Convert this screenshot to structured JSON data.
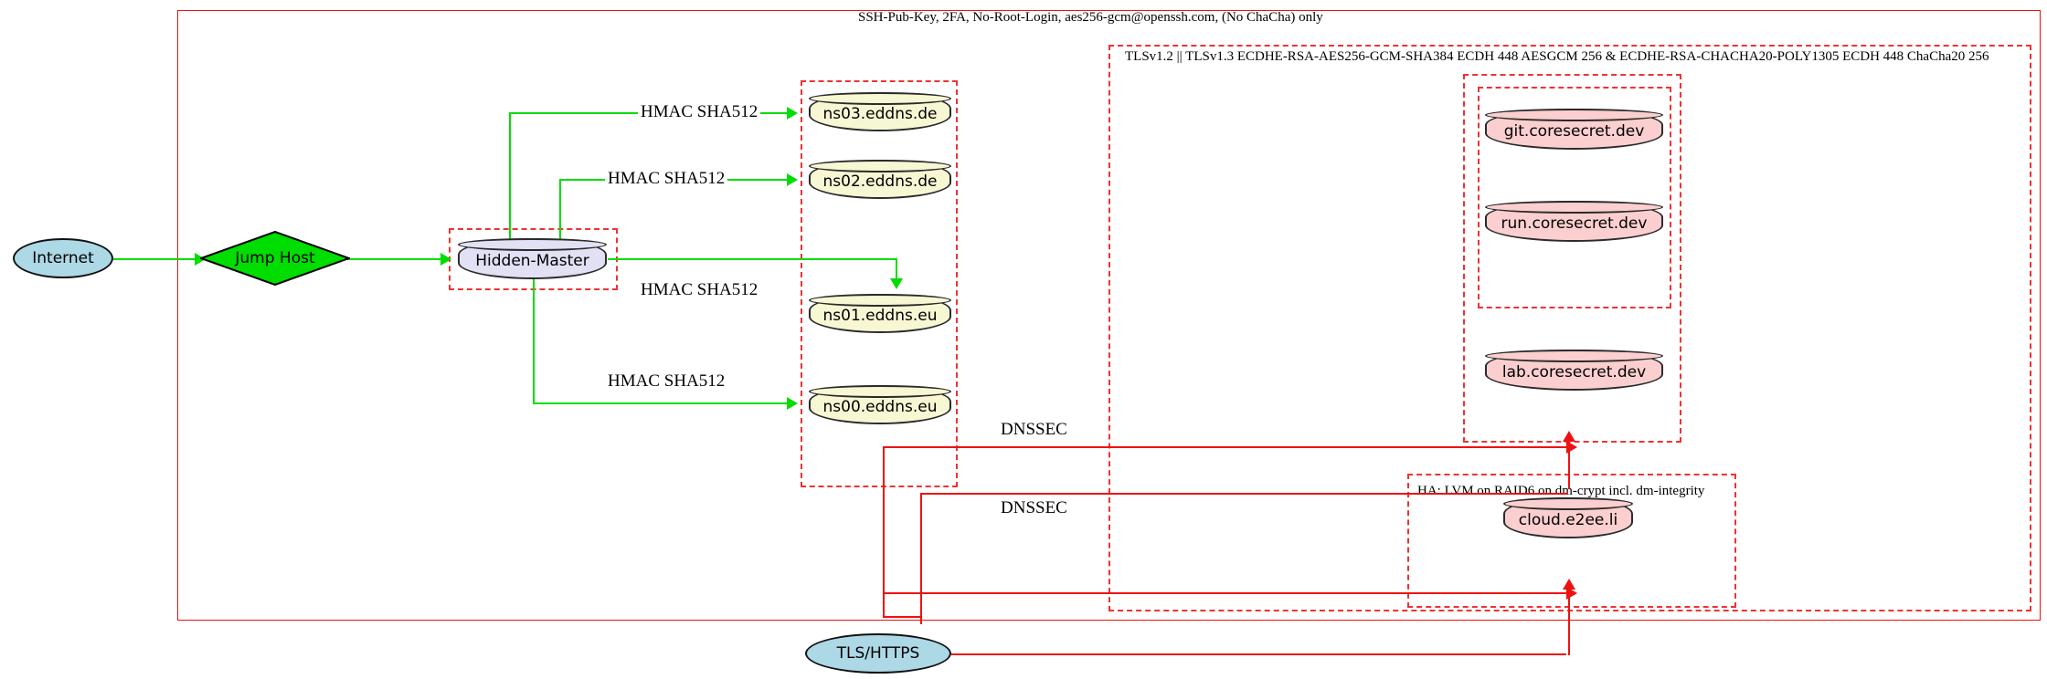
{
  "diagram": {
    "title_label": "SSH-Pub-Key, 2FA, No-Root-Login, aes256-gcm@openssh.com, (No ChaCha) only",
    "clusters": [
      {
        "id": "ssh",
        "label": "SSH-Pub-Key, 2FA, No-Root-Login, aes256-gcm@openssh.com, (No ChaCha) only"
      },
      {
        "id": "tls",
        "label": "TLSv1.2 || TLSv1.3 ECDHE-RSA-AES256-GCM-SHA384 ECDH 448 AESGCM 256 & ECDHE-RSA-CHACHA20-POLY1305 ECDH 448 ChaCha20 256"
      },
      {
        "id": "ha",
        "label": "HA: LVM on RAID6 on dm-crypt incl. dm-integrity"
      }
    ],
    "nodes": {
      "internet": {
        "label": "Internet",
        "shape": "ellipse",
        "color": "#add8e6"
      },
      "jump_host": {
        "label": "Jump Host",
        "shape": "diamond",
        "color": "#00dd00"
      },
      "hidden_master": {
        "label": "Hidden-Master",
        "shape": "cylinder",
        "color": "#e2e0f4"
      },
      "ns03": {
        "label": "ns03.eddns.de",
        "shape": "cylinder",
        "color": "#f7f7d4"
      },
      "ns02": {
        "label": "ns02.eddns.de",
        "shape": "cylinder",
        "color": "#f7f7d4"
      },
      "ns01": {
        "label": "ns01.eddns.eu",
        "shape": "cylinder",
        "color": "#f7f7d4"
      },
      "ns00": {
        "label": "ns00.eddns.eu",
        "shape": "cylinder",
        "color": "#f7f7d4"
      },
      "git": {
        "label": "git.coresecret.dev",
        "shape": "cylinder",
        "color": "#fbcfcf"
      },
      "run": {
        "label": "run.coresecret.dev",
        "shape": "cylinder",
        "color": "#fbcfcf"
      },
      "lab": {
        "label": "lab.coresecret.dev",
        "shape": "cylinder",
        "color": "#fbcfcf"
      },
      "cloud": {
        "label": "cloud.e2ee.li",
        "shape": "cylinder",
        "color": "#fbcfcf"
      },
      "tls_https": {
        "label": "TLS/HTTPS",
        "shape": "ellipse",
        "color": "#add8e6"
      }
    },
    "edge_labels": {
      "hmac_ns03": "HMAC SHA512",
      "hmac_ns02": "HMAC SHA512",
      "hmac_ns01": "HMAC SHA512",
      "hmac_ns00": "HMAC SHA512",
      "dnssec_1": "DNSSEC",
      "dnssec_2": "DNSSEC"
    },
    "colors": {
      "edge_green": "#00dd00",
      "edge_red": "#ee1111",
      "cluster_border": "#ee3333",
      "node_blue": "#add8e6",
      "node_lavender": "#e2e0f4",
      "node_cream": "#f7f7d4",
      "node_pink": "#fbcfcf"
    }
  }
}
